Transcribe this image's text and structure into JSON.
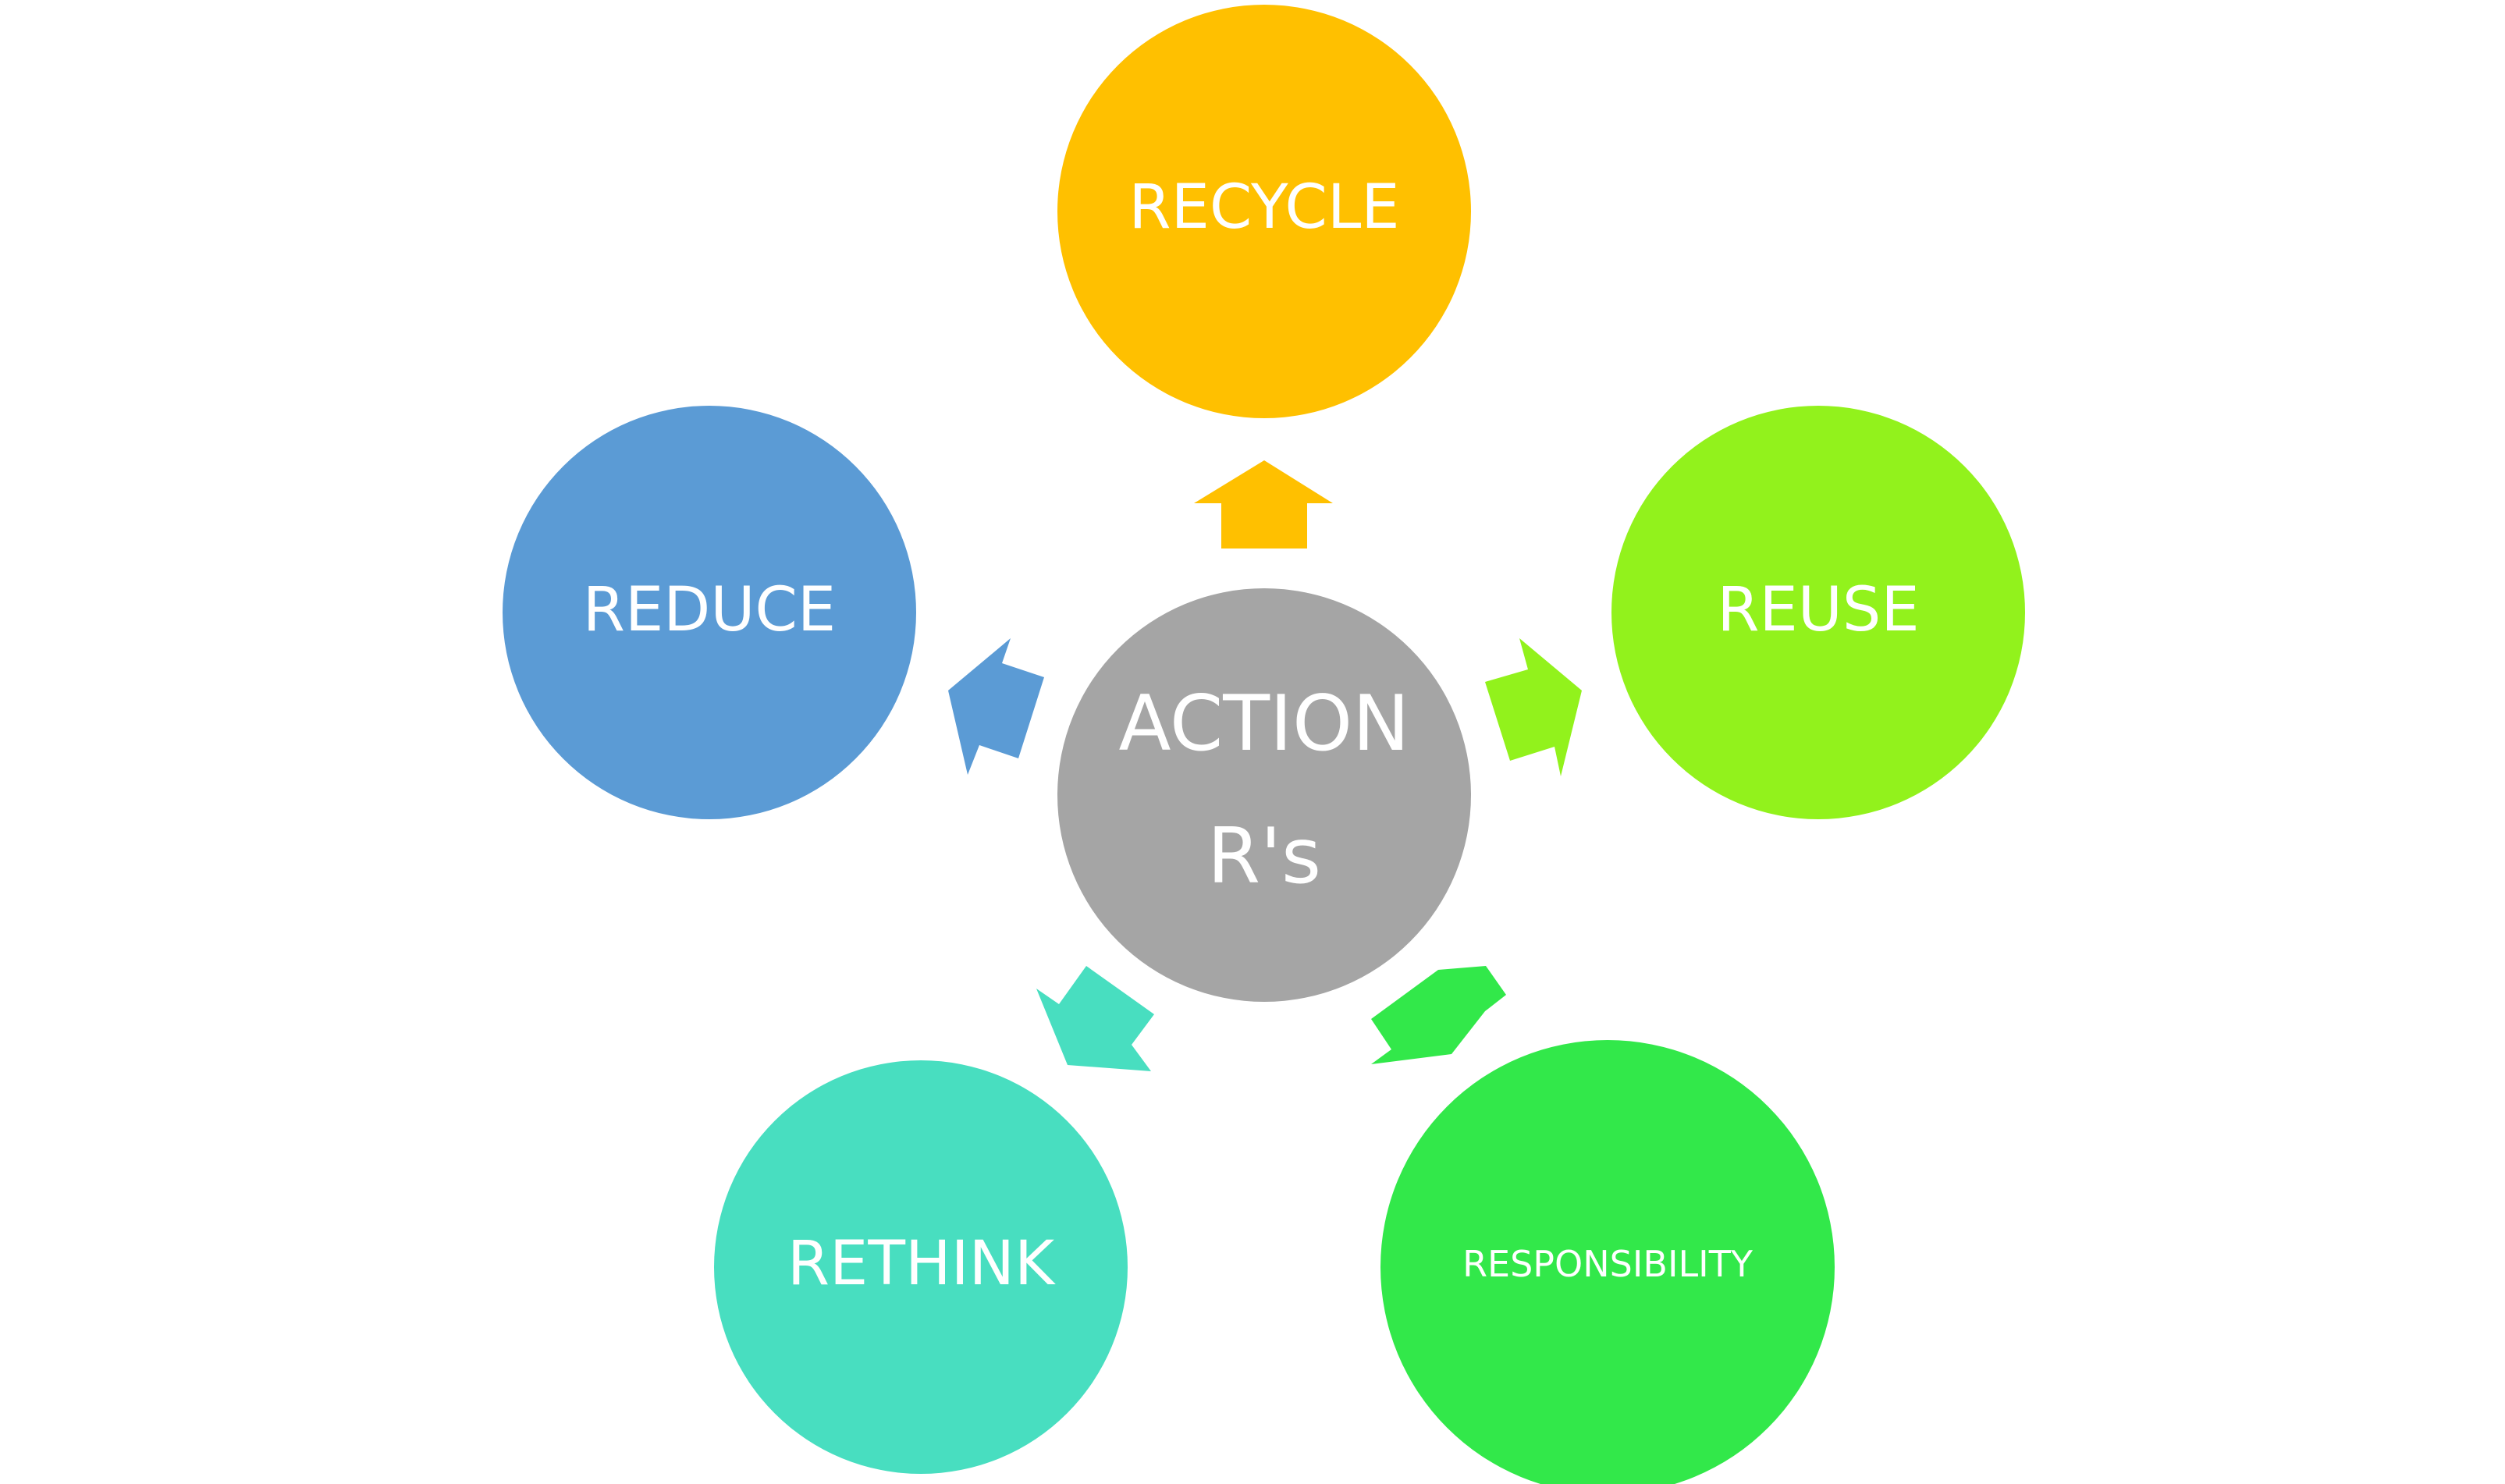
{
  "diagram": {
    "center": {
      "line1": "ACTION",
      "line2": "R's",
      "color": "#A5A5A5"
    },
    "nodes": [
      {
        "id": "recycle",
        "label": "RECYCLE",
        "color": "#FFC000"
      },
      {
        "id": "reuse",
        "label": "REUSE",
        "color": "#92F21C"
      },
      {
        "id": "responsibility",
        "label": "RESPONSIBILITY",
        "color": "#32E84A"
      },
      {
        "id": "rethink",
        "label": "RETHINK",
        "color": "#48DEC0"
      },
      {
        "id": "reduce",
        "label": "REDUCE",
        "color": "#5B9BD5"
      }
    ]
  }
}
